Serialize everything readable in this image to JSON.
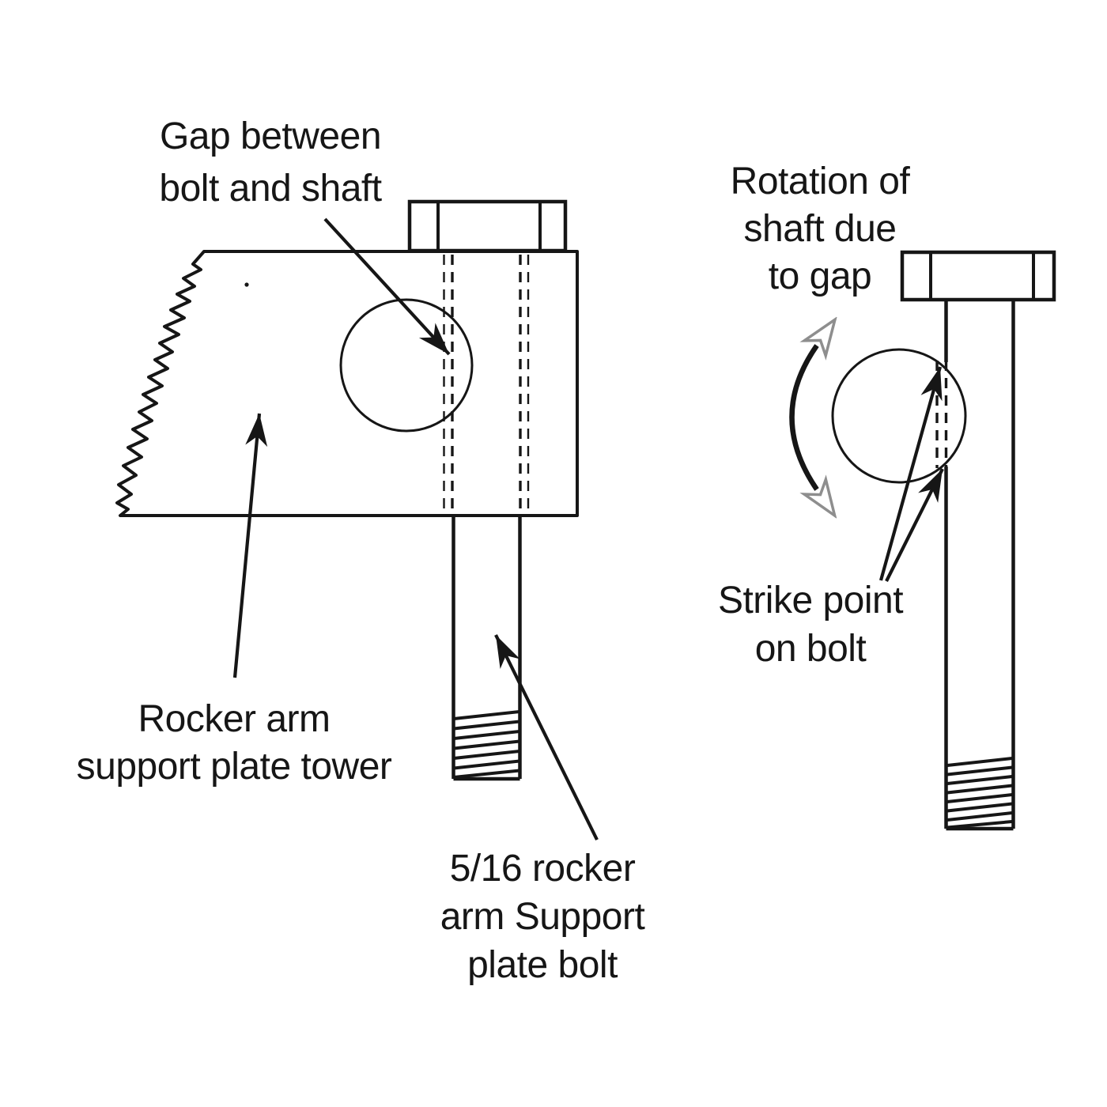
{
  "figure": {
    "type": "technical-line-diagram",
    "title_present": false
  },
  "colors": {
    "ink": "#161616",
    "arrow_gray": "#8e8e8e",
    "background": "#ffffff"
  },
  "labels": {
    "gap": {
      "lines": [
        "Gap between",
        "bolt and shaft"
      ]
    },
    "rotation": {
      "lines": [
        "Rotation of",
        "shaft due",
        "to gap"
      ]
    },
    "tower": {
      "lines": [
        "Rocker arm",
        "support plate tower"
      ]
    },
    "bolt516": {
      "lines": [
        "5/16 rocker",
        "arm Support",
        "plate bolt"
      ]
    },
    "strike": {
      "lines": [
        "Strike point",
        "on bolt"
      ]
    }
  }
}
